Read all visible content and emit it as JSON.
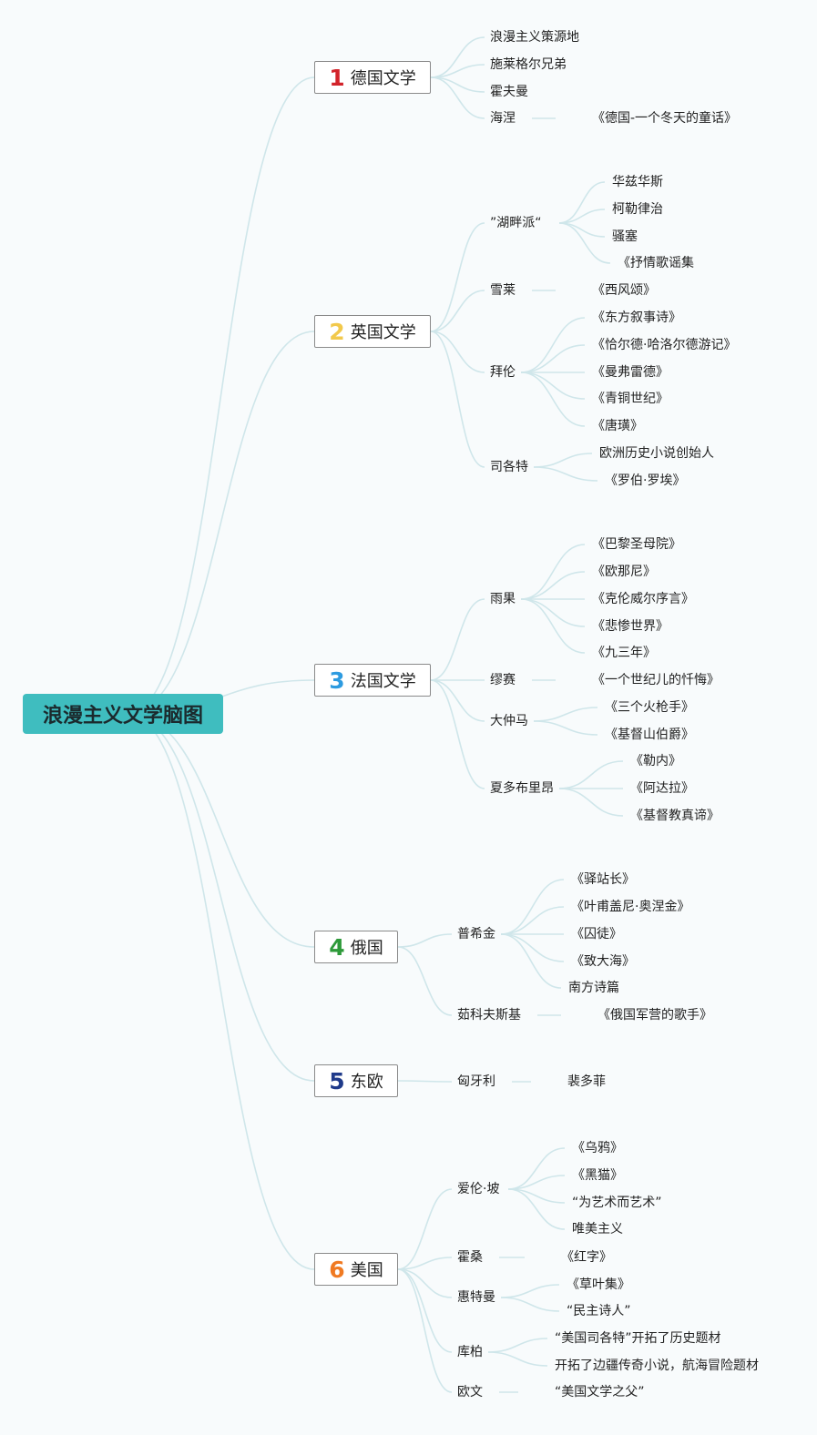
{
  "root": {
    "title": "浪漫主义文学脑图"
  },
  "categories": [
    {
      "num": "1",
      "num_color": "#d2232a",
      "label": "德国文学",
      "branches": [
        {
          "label": "浪漫主义策源地",
          "children": []
        },
        {
          "label": "施莱格尔兄弟",
          "children": []
        },
        {
          "label": "霍夫曼",
          "children": []
        },
        {
          "label": "海涅",
          "children": [
            "《德国-一个冬天的童话》"
          ]
        }
      ]
    },
    {
      "num": "2",
      "num_color": "#f2c94c",
      "label": "英国文学",
      "branches": [
        {
          "label": "”湖畔派“",
          "children": [
            "华兹华斯",
            "柯勒律治",
            "骚塞",
            "《抒情歌谣集"
          ]
        },
        {
          "label": "雪莱",
          "children": [
            "《西风颂》"
          ]
        },
        {
          "label": "拜伦",
          "children": [
            "《东方叙事诗》",
            "《恰尔德·哈洛尔德游记》",
            "《曼弗雷德》",
            "《青铜世纪》",
            "《唐璜》"
          ]
        },
        {
          "label": "司各特",
          "children": [
            "欧洲历史小说创始人",
            "《罗伯·罗埃》"
          ]
        }
      ]
    },
    {
      "num": "3",
      "num_color": "#2d9be0",
      "label": "法国文学",
      "branches": [
        {
          "label": "雨果",
          "children": [
            "《巴黎圣母院》",
            "《欧那尼》",
            "《克伦威尔序言》",
            "《悲惨世界》",
            "《九三年》"
          ]
        },
        {
          "label": "缪赛",
          "children": [
            "《一个世纪儿的忏悔》"
          ]
        },
        {
          "label": "大仲马",
          "children": [
            "《三个火枪手》",
            "《基督山伯爵》"
          ]
        },
        {
          "label": "夏多布里昂",
          "children": [
            "《勒内》",
            "《阿达拉》",
            "《基督教真谛》"
          ]
        }
      ]
    },
    {
      "num": "4",
      "num_color": "#2e9a3a",
      "label": "俄国",
      "branches": [
        {
          "label": "普希金",
          "children": [
            "《驿站长》",
            "《叶甫盖尼·奥涅金》",
            "《囚徒》",
            "《致大海》",
            "南方诗篇"
          ]
        },
        {
          "label": "茹科夫斯基",
          "children": [
            "《俄国军营的歌手》"
          ]
        }
      ]
    },
    {
      "num": "5",
      "num_color": "#1f3a8a",
      "label": "东欧",
      "branches": [
        {
          "label": "匈牙利",
          "children": [
            "裴多菲"
          ]
        }
      ]
    },
    {
      "num": "6",
      "num_color": "#f07a22",
      "label": "美国",
      "branches": [
        {
          "label": "爱伦·坡",
          "children": [
            "《乌鸦》",
            "《黑猫》",
            "“为艺术而艺术”",
            "唯美主义"
          ]
        },
        {
          "label": "霍桑",
          "children": [
            "《红字》"
          ]
        },
        {
          "label": "惠特曼",
          "children": [
            "《草叶集》",
            "“民主诗人”"
          ]
        },
        {
          "label": "库柏",
          "children": [
            "“美国司各特”开拓了历史题材",
            "开拓了边疆传奇小说，航海冒险题材"
          ]
        },
        {
          "label": "欧文",
          "children": [
            "“美国文学之父”"
          ]
        }
      ]
    }
  ]
}
